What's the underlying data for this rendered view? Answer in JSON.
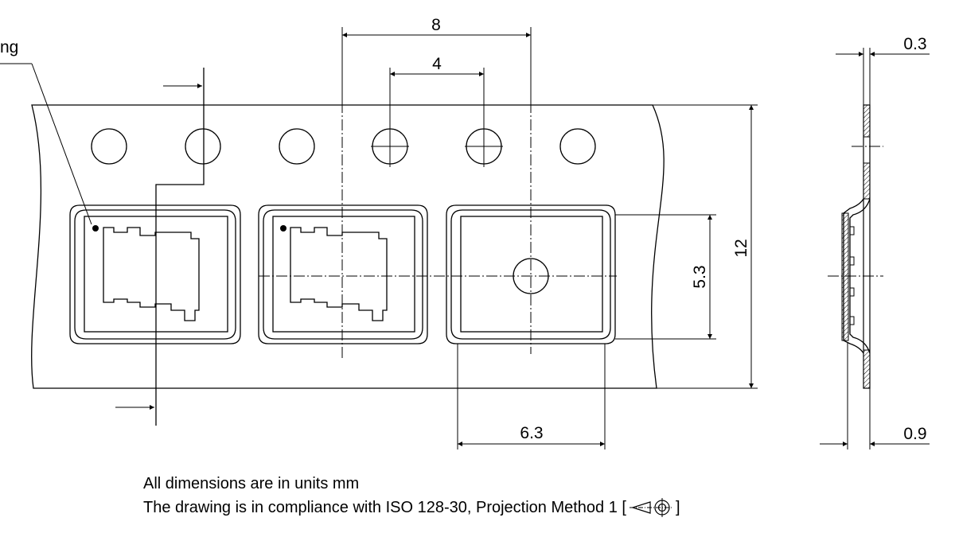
{
  "labels": {
    "marking": "ng",
    "pitch_8": "8",
    "pitch_4": "4",
    "width_12": "12",
    "cavity_5_3": "5.3",
    "cavity_6_3": "6.3",
    "thick_0_3": "0.3",
    "depth_0_9": "0.9"
  },
  "notes": {
    "units": "All dimensions are in units mm",
    "compliance": "The drawing is in compliance with ISO 128-30, Projection Method 1 [",
    "compliance_end": "]"
  },
  "icons": {
    "projection": "first-angle-projection-symbol"
  }
}
